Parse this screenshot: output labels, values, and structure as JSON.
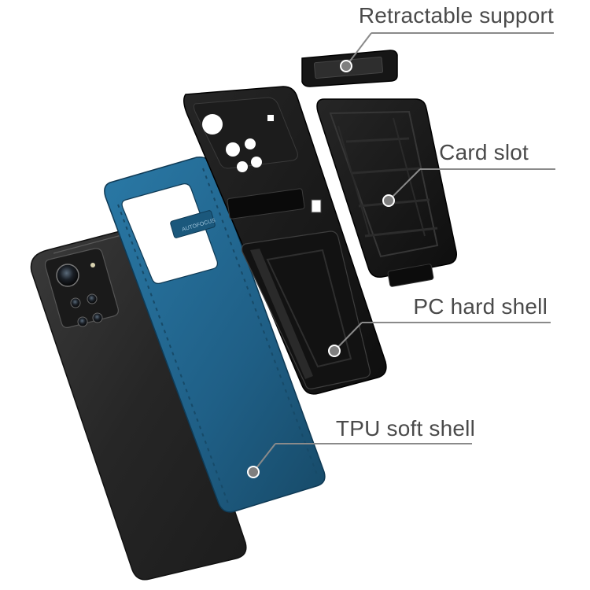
{
  "labels": {
    "retractable_support": "Retractable support",
    "card_slot": "Card slot",
    "pc_hard_shell": "PC hard shell",
    "tpu_soft_shell": "TPU soft shell"
  },
  "engraving": "AUTOFOCUS",
  "colors": {
    "tpu_shell": "#1f5f86",
    "pc_shell": "#141414",
    "phone_body": "#2b2b2b",
    "label_text": "#4a4a4a",
    "leader_line": "#8a8a8a"
  }
}
